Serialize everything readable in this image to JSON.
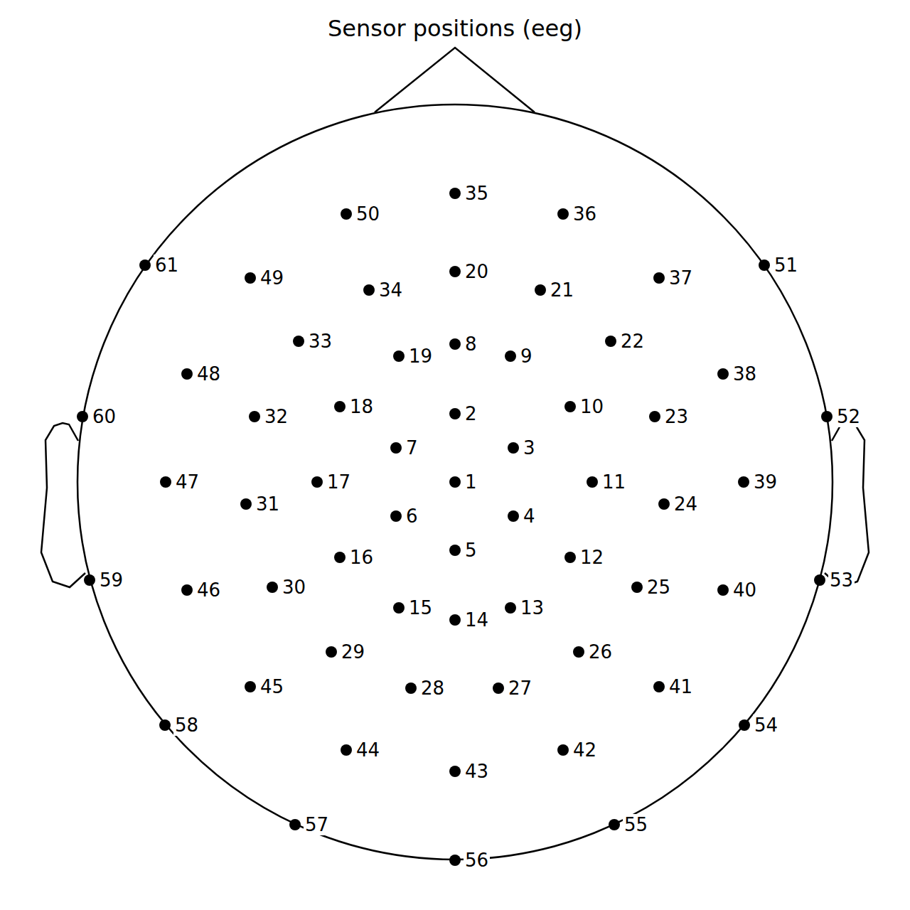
{
  "diagram": {
    "title": "Sensor positions (eeg)",
    "labels": [
      "1",
      "2",
      "3",
      "4",
      "5",
      "6",
      "7",
      "8",
      "9",
      "10",
      "11",
      "12",
      "13",
      "14",
      "15",
      "16",
      "17",
      "18",
      "19",
      "20",
      "21",
      "22",
      "23",
      "24",
      "25",
      "26",
      "27",
      "28",
      "29",
      "30",
      "31",
      "32",
      "33",
      "34",
      "35",
      "36",
      "37",
      "38",
      "39",
      "40",
      "41",
      "42",
      "43",
      "44",
      "45",
      "46",
      "47",
      "48",
      "49",
      "50",
      "51",
      "52",
      "53",
      "54",
      "55",
      "56",
      "57",
      "58",
      "59",
      "60",
      "61"
    ]
  }
}
